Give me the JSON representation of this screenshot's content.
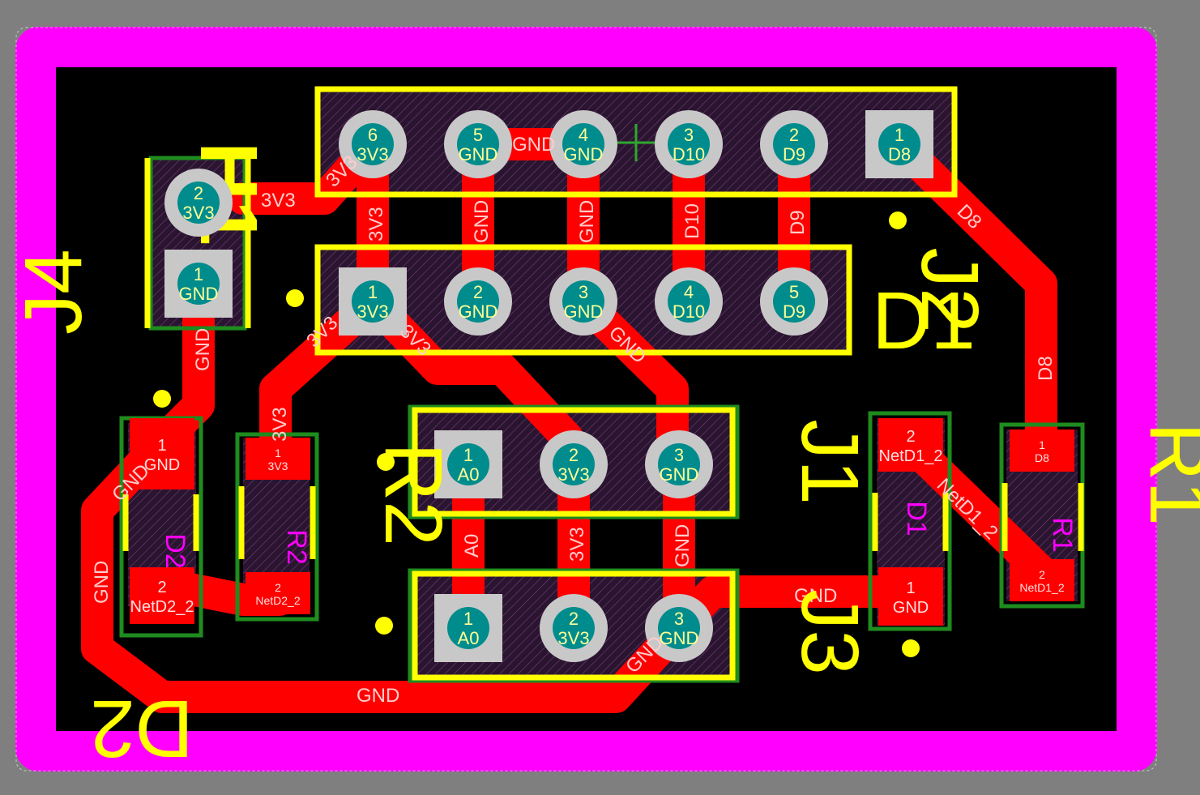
{
  "colors": {
    "background": "#7f7f7f",
    "board_outline": "#ff00ff",
    "board_fill": "#000000",
    "trace": "#ff0000",
    "silkscreen": "#ffff00",
    "pad_fill": "#c8c8c8",
    "drill": "#008c8c",
    "pad_text": "#ffff96",
    "courtyard": "#1e8c1e",
    "component_body": "#3a1f3a"
  },
  "designators": {
    "j4": "J4",
    "j2": "J2",
    "j1": "J1",
    "j3": "J3",
    "r1": "R1",
    "r2": "R2",
    "d1": "D1",
    "d2": "D2",
    "h1": "H1"
  },
  "fab_labels": {
    "r1": "R1",
    "r2": "R2",
    "d1": "D1",
    "d2": "D2"
  },
  "pads": [
    {
      "id": "j2-6",
      "num": "6",
      "net": "3V3",
      "shape": "round"
    },
    {
      "id": "j2-5",
      "num": "5",
      "net": "GND",
      "shape": "round"
    },
    {
      "id": "j2-4",
      "num": "4",
      "net": "GND",
      "shape": "round"
    },
    {
      "id": "j2-3",
      "num": "3",
      "net": "D10",
      "shape": "round"
    },
    {
      "id": "j2-2",
      "num": "2",
      "net": "D9",
      "shape": "round"
    },
    {
      "id": "j2-1",
      "num": "1",
      "net": "D8",
      "shape": "square"
    },
    {
      "id": "j2b-1",
      "num": "1",
      "net": "3V3",
      "shape": "square"
    },
    {
      "id": "j2b-2",
      "num": "2",
      "net": "GND",
      "shape": "round"
    },
    {
      "id": "j2b-3",
      "num": "3",
      "net": "GND",
      "shape": "round"
    },
    {
      "id": "j2b-4",
      "num": "4",
      "net": "D10",
      "shape": "round"
    },
    {
      "id": "j2b-5",
      "num": "5",
      "net": "D9",
      "shape": "round"
    },
    {
      "id": "j4-2",
      "num": "2",
      "net": "3V3",
      "shape": "round"
    },
    {
      "id": "j4-1",
      "num": "1",
      "net": "GND",
      "shape": "square"
    },
    {
      "id": "j1-1",
      "num": "1",
      "net": "A0",
      "shape": "square"
    },
    {
      "id": "j1-2",
      "num": "2",
      "net": "3V3",
      "shape": "round"
    },
    {
      "id": "j1-3",
      "num": "3",
      "net": "GND",
      "shape": "round"
    },
    {
      "id": "j3-1",
      "num": "1",
      "net": "A0",
      "shape": "square"
    },
    {
      "id": "j3-2",
      "num": "2",
      "net": "3V3",
      "shape": "round"
    },
    {
      "id": "j3-3",
      "num": "3",
      "net": "GND",
      "shape": "round"
    }
  ],
  "smd_pads": [
    {
      "id": "d2-1",
      "num": "1",
      "net": "GND"
    },
    {
      "id": "d2-2",
      "num": "2",
      "net": "NetD2_2"
    },
    {
      "id": "r2-1",
      "num": "1",
      "net": "3V3"
    },
    {
      "id": "r2-2",
      "num": "2",
      "net": "NetD2_2"
    },
    {
      "id": "d1-2",
      "num": "2",
      "net": "NetD1_2"
    },
    {
      "id": "d1-1",
      "num": "1",
      "net": "GND"
    },
    {
      "id": "r1-1",
      "num": "1",
      "net": "D8"
    },
    {
      "id": "r1-2",
      "num": "2",
      "net": "NetD1_2"
    }
  ],
  "trace_labels": [
    {
      "id": "t-gnd-top",
      "text": "GND"
    },
    {
      "id": "t-3v3-a",
      "text": "3V3"
    },
    {
      "id": "t-3v3-b",
      "text": "3V3"
    },
    {
      "id": "t-3v3-c",
      "text": "3V3"
    },
    {
      "id": "t-gnd-v1",
      "text": "GND"
    },
    {
      "id": "t-gnd-v2",
      "text": "GND"
    },
    {
      "id": "t-d10-v",
      "text": "D10"
    },
    {
      "id": "t-d9-v",
      "text": "D9"
    },
    {
      "id": "t-d8-a",
      "text": "D8"
    },
    {
      "id": "t-d8-b",
      "text": "D8"
    },
    {
      "id": "t-3v3-d",
      "text": "3V3"
    },
    {
      "id": "t-3v3-e",
      "text": "3V3"
    },
    {
      "id": "t-gnd-diag",
      "text": "GND"
    },
    {
      "id": "t-3v3-r2",
      "text": "3V3"
    },
    {
      "id": "t-gnd-j4",
      "text": "GND"
    },
    {
      "id": "t-gnd-d2",
      "text": "GND"
    },
    {
      "id": "t-gnd-left",
      "text": "GND"
    },
    {
      "id": "t-a0",
      "text": "A0"
    },
    {
      "id": "t-3v3-j1",
      "text": "3V3"
    },
    {
      "id": "t-gnd-j1",
      "text": "GND"
    },
    {
      "id": "t-gnd-bottom",
      "text": "GND"
    },
    {
      "id": "t-gnd-j3",
      "text": "GND"
    },
    {
      "id": "t-gnd-d1",
      "text": "GND"
    },
    {
      "id": "t-netd1",
      "text": "NetD1_2"
    }
  ]
}
